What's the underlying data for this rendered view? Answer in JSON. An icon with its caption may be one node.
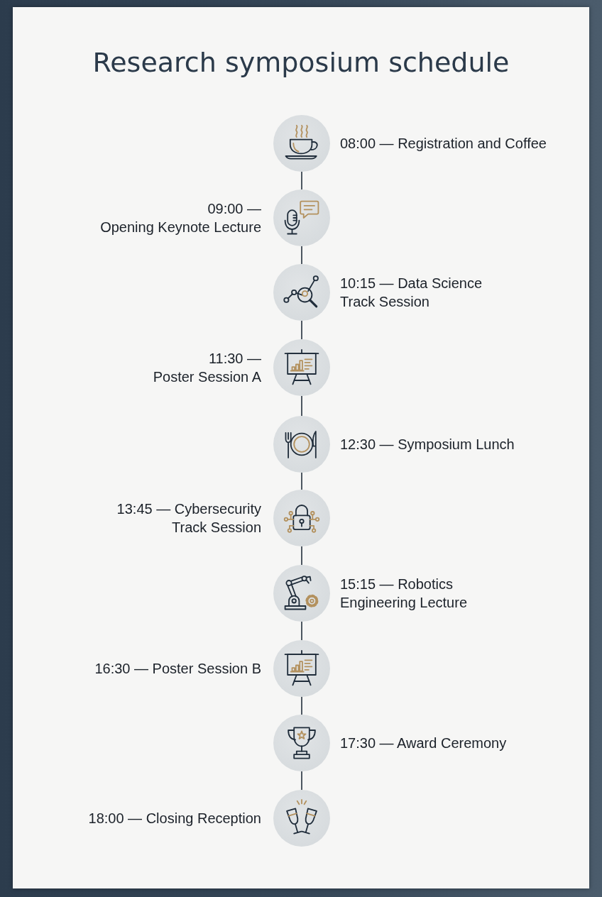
{
  "diagram": {
    "title": "Research symposium schedule",
    "nodes": [
      {
        "text": [],
        "shape": "circle",
        "beside": [
          "08:00 — Registration and Coffee"
        ]
      },
      {
        "text": [],
        "shape": "circle",
        "beside": [
          "09:00 — Opening Keynote Lecture"
        ]
      },
      {
        "text": [],
        "shape": "circle",
        "beside": [
          "10:15 — Data Science Track Session"
        ]
      },
      {
        "text": [],
        "shape": "circle",
        "beside": [
          "11:30 — Poster Session A"
        ]
      },
      {
        "text": [],
        "shape": "circle",
        "beside": [
          "12:30 — Symposium Lunch"
        ]
      },
      {
        "text": [],
        "shape": "circle",
        "beside": [
          "13:45 — Cybersecurity Track Session"
        ]
      },
      {
        "text": [],
        "shape": "circle",
        "beside": [
          "15:15 — Robotics Engineering Lecture"
        ]
      },
      {
        "text": [],
        "shape": "circle",
        "beside": [
          "16:30 — Poster Session B"
        ]
      },
      {
        "text": [],
        "shape": "circle",
        "beside": [
          "17:30 — Award Ceremony"
        ]
      },
      {
        "text": [],
        "shape": "circle",
        "beside": [
          "18:00 — Closing Reception"
        ]
      }
    ],
    "edges": [
      {
        "from": 0,
        "to": 1,
        "arrow": "none"
      },
      {
        "from": 1,
        "to": 2,
        "arrow": "none"
      },
      {
        "from": 2,
        "to": 3,
        "arrow": "none"
      },
      {
        "from": 3,
        "to": 4,
        "arrow": "none"
      },
      {
        "from": 4,
        "to": 5,
        "arrow": "none"
      },
      {
        "from": 5,
        "to": 6,
        "arrow": "none"
      },
      {
        "from": 6,
        "to": 7,
        "arrow": "none"
      },
      {
        "from": 7,
        "to": 8,
        "arrow": "none"
      },
      {
        "from": 8,
        "to": 9,
        "arrow": "none"
      }
    ]
  }
}
